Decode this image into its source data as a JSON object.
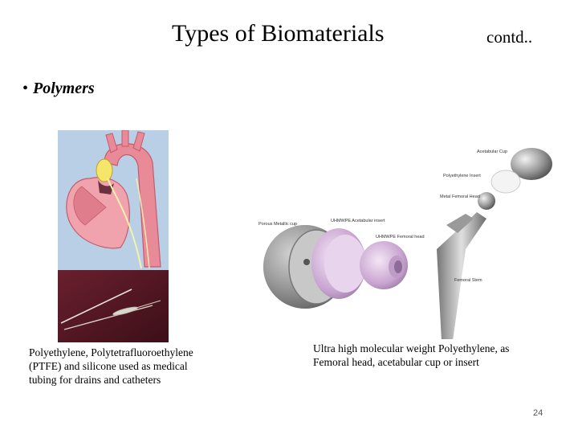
{
  "slide": {
    "title": "Types of Biomaterials",
    "contd": "contd..",
    "bullet": "•",
    "bullet_text": "Polymers",
    "caption_left": "Polyethylene, Polytetrafluoroethylene (PTFE) and silicone used as medical tubing for drains and catheters",
    "caption_right": "Ultra high molecular weight Polyethylene, as Femoral head, acetabular cup or insert",
    "page_number": "24"
  },
  "hip_labels": {
    "acetabular_cup": "Acetabular Cup",
    "polyethylene_insert": "Polyethylene Insert",
    "metal_femoral_head": "Metal Femoral Head",
    "femoral_stem": "Femoral Stem",
    "porous_metallic_cup": "Porous Metallic cup",
    "uhmwpe_acetabular_insert": "UHMWPE Acetabular insert",
    "uhmwpe_femoral_head": "UHMWPE Femoral head"
  }
}
